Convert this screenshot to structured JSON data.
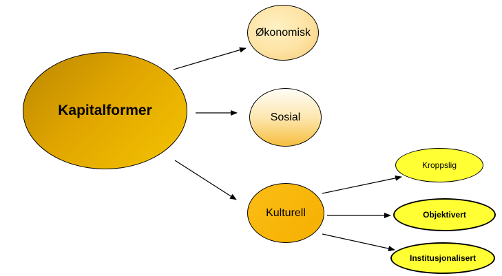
{
  "diagram": {
    "center": {
      "label": "Kapitalformer"
    },
    "nodes": [
      {
        "label": "Økonomisk"
      },
      {
        "label": "Sosial"
      },
      {
        "label": "Kulturell"
      }
    ],
    "kulturell_forms": [
      {
        "label": "Kroppslig"
      },
      {
        "label": "Objektivert"
      },
      {
        "label": "Institusjonalisert"
      }
    ]
  }
}
